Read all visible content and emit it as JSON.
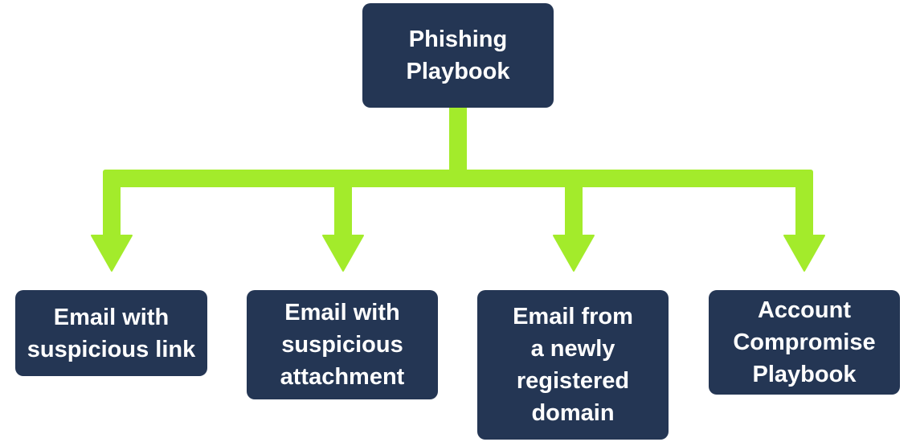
{
  "diagram": {
    "colors": {
      "node_fill": "#243654",
      "node_text": "#ffffff",
      "connector": "#a3eb2b",
      "background": "#ffffff"
    },
    "root": {
      "id": "phishing-playbook",
      "lines": [
        "Phishing",
        "Playbook"
      ]
    },
    "children": [
      {
        "id": "suspicious-link",
        "lines": [
          "Email with",
          "suspicious link"
        ]
      },
      {
        "id": "suspicious-attachment",
        "lines": [
          "Email with",
          "suspicious",
          "attachment"
        ]
      },
      {
        "id": "newly-registered-domain",
        "lines": [
          "Email from",
          "a newly",
          "registered",
          "domain"
        ]
      },
      {
        "id": "account-compromise-playbook",
        "lines": [
          "Account",
          "Compromise",
          "Playbook"
        ]
      }
    ],
    "edges": [
      {
        "from": "phishing-playbook",
        "to": "suspicious-link"
      },
      {
        "from": "phishing-playbook",
        "to": "suspicious-attachment"
      },
      {
        "from": "phishing-playbook",
        "to": "newly-registered-domain"
      },
      {
        "from": "phishing-playbook",
        "to": "account-compromise-playbook"
      }
    ]
  }
}
